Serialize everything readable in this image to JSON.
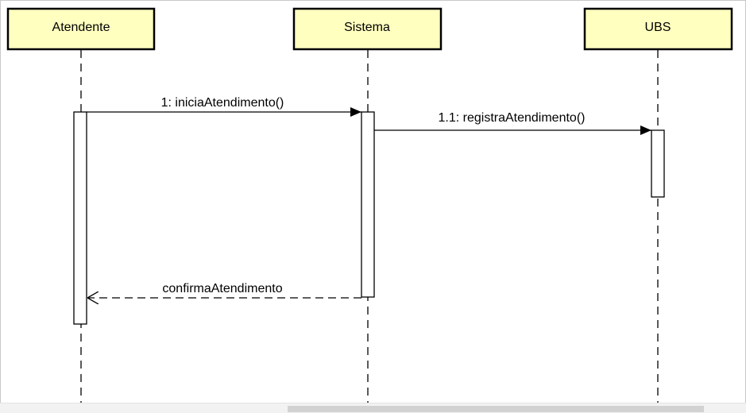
{
  "diagram": {
    "type": "sequence",
    "colors": {
      "participant_fill": "#ffffc0",
      "participant_border": "#000000",
      "line": "#000000",
      "activation_fill": "#ffffff"
    },
    "participants": [
      {
        "id": "atendente",
        "label": "Atendente"
      },
      {
        "id": "sistema",
        "label": "Sistema"
      },
      {
        "id": "ubs",
        "label": "UBS"
      }
    ],
    "messages": [
      {
        "from": "atendente",
        "to": "sistema",
        "label": "1: iniciaAtendimento()",
        "kind": "synchronous"
      },
      {
        "from": "sistema",
        "to": "ubs",
        "label": "1.1: registraAtendimento()",
        "kind": "synchronous"
      },
      {
        "from": "sistema",
        "to": "atendente",
        "label": "confirmaAtendimento",
        "kind": "return"
      }
    ]
  }
}
